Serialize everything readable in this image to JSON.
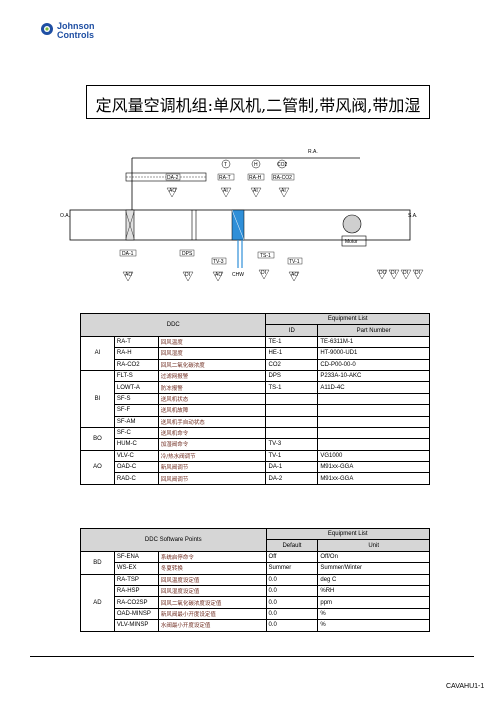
{
  "brand": {
    "line1": "Johnson",
    "line2": "Controls"
  },
  "title": "定风量空调机组:单风机,二管制,带风阀,带加湿",
  "diagram": {
    "ra": "R.A.",
    "oa": "O.A.",
    "sa": "S.A.",
    "chw": "CHW",
    "motor": "Motor",
    "tags": [
      "DA-2",
      "RA-T",
      "RA-H",
      "RA-CO2",
      "DA-1",
      "DPS",
      "TS-1",
      "TV-3",
      "TV-1"
    ],
    "io": [
      "AO",
      "AI",
      "AI",
      "AI",
      "AO",
      "DI",
      "DI",
      "AO",
      "AO",
      "DO",
      "DI",
      "DI",
      "DI"
    ],
    "legend_labels": [
      "T",
      "H",
      "CO2"
    ]
  },
  "table1": {
    "header_left": "DDC",
    "header_right": "Equipment List",
    "sub_id": "ID",
    "sub_part": "Part Number",
    "groups": [
      {
        "name": "AI",
        "rows": [
          {
            "code": "RA-T",
            "desc": "回风温度",
            "id": "TE-1",
            "part": "TE-6311M-1"
          },
          {
            "code": "RA-H",
            "desc": "回风湿度",
            "id": "HE-1",
            "part": "HT-9000-UD1"
          },
          {
            "code": "RA-CO2",
            "desc": "回风二氧化碳浓度",
            "id": "CO2",
            "part": "CD-P00-00-0"
          }
        ]
      },
      {
        "name": "BI",
        "rows": [
          {
            "code": "FLT-S",
            "desc": "过滤网报警",
            "id": "DPS",
            "part": "P233A-10-AKC"
          },
          {
            "code": "LOWT-A",
            "desc": "防冻报警",
            "id": "TS-1",
            "part": "A11D-4C"
          },
          {
            "code": "SF-S",
            "desc": "送风机状态",
            "id": "",
            "part": ""
          },
          {
            "code": "SF-F",
            "desc": "送风机故障",
            "id": "",
            "part": ""
          },
          {
            "code": "SF-AM",
            "desc": "送风机手自动状态",
            "id": "",
            "part": ""
          }
        ]
      },
      {
        "name": "BO",
        "rows": [
          {
            "code": "SF-C",
            "desc": "送风机命令",
            "id": "",
            "part": ""
          },
          {
            "code": "HUM-C",
            "desc": "加湿阀命令",
            "id": "TV-3",
            "part": ""
          }
        ]
      },
      {
        "name": "AO",
        "rows": [
          {
            "code": "VLV-C",
            "desc": "冷/热水阀调节",
            "id": "TV-1",
            "part": "VG1000"
          },
          {
            "code": "OAD-C",
            "desc": "新风阀调节",
            "id": "DA-1",
            "part": "M91xx-GGA"
          },
          {
            "code": "RAD-C",
            "desc": "回风阀调节",
            "id": "DA-2",
            "part": "M91xx-GGA"
          }
        ]
      }
    ]
  },
  "table2": {
    "header_left": "DDC Software Points",
    "header_right": "Equipment List",
    "sub_default": "Default",
    "sub_unit": "Unit",
    "groups": [
      {
        "name": "BD",
        "rows": [
          {
            "code": "SF-ENA",
            "desc": "系统启停命令",
            "def": "Off",
            "unit": "Off/On"
          },
          {
            "code": "WS-EX",
            "desc": "冬夏转换",
            "def": "Summer",
            "unit": "Summer/Winter"
          }
        ]
      },
      {
        "name": "AD",
        "rows": [
          {
            "code": "RA-TSP",
            "desc": "回风温度设定值",
            "def": "0.0",
            "unit": "deg C"
          },
          {
            "code": "RA-HSP",
            "desc": "回风湿度设定值",
            "def": "0.0",
            "unit": "%RH"
          },
          {
            "code": "RA-CO2SP",
            "desc": "回风二氧化碳浓度设定值",
            "def": "0.0",
            "unit": "ppm"
          },
          {
            "code": "OAD-MINSP",
            "desc": "新风阀最小开度设定值",
            "def": "0.0",
            "unit": "%"
          },
          {
            "code": "VLV-MINSP",
            "desc": "水阀最小开度设定值",
            "def": "0.0",
            "unit": "%"
          }
        ]
      }
    ]
  },
  "footer": "CAVAHU1-1",
  "colors": {
    "brand_blue": "#1f4fa3",
    "chinese_text": "#6f2b1f",
    "header_gray": "#d6d6d6",
    "coil_blue": "#2f8fd8"
  }
}
